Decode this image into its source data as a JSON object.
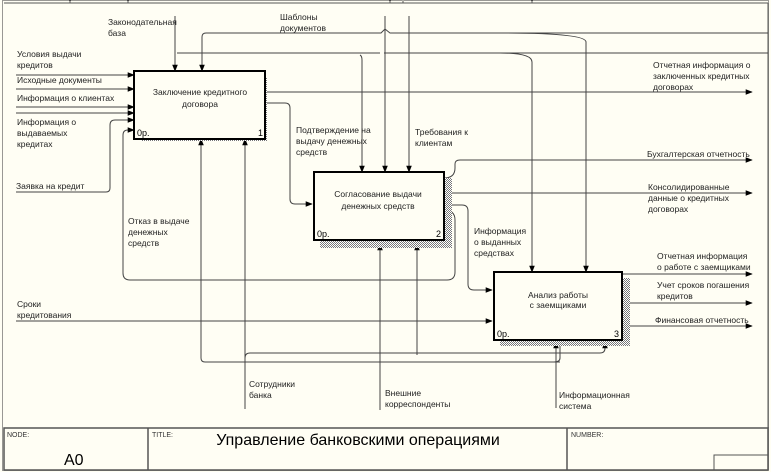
{
  "diagram": {
    "node_label": "NODE:",
    "node_value": "A0",
    "title_label": "TITLE:",
    "title_value": "Управление банковскими операциями",
    "number_label": "NUMBER:",
    "boxes": [
      {
        "id": 1,
        "title_lines": [
          "Заключение кредитного",
          "договора"
        ],
        "cost": "0р.",
        "number": "1"
      },
      {
        "id": 2,
        "title_lines": [
          "Согласование выдачи",
          "денежных средств"
        ],
        "cost": "0р.",
        "number": "2"
      },
      {
        "id": 3,
        "title_lines": [
          "Анализ работы",
          "с заемщиками"
        ],
        "cost": "0р.",
        "number": "3"
      }
    ],
    "arrows": {
      "zakon_baza": [
        "Законодательная",
        "база"
      ],
      "shablony": [
        "Шаблоны",
        "документов"
      ],
      "usloviya": [
        "Условия выдачи",
        "кредитов"
      ],
      "ishodnye": [
        "Исходные документы"
      ],
      "info_klienty": [
        "Информация о клиентах"
      ],
      "info_vydav": [
        "Информация о",
        "выдаваемых",
        "кредитах"
      ],
      "zayavka": [
        "Заявка на кредит"
      ],
      "otkaz": [
        "Отказ в выдаче",
        "денежных",
        "средств"
      ],
      "podtverzhdenie": [
        "Подтверждение на",
        "выдачу денежных",
        "средств"
      ],
      "trebovaniya": [
        "Требования к",
        "клиентам"
      ],
      "otchet_zakl": [
        "Отчетная информация о",
        "заключенных кредитных",
        "договорах"
      ],
      "buh": [
        "Бухгалтерская отчетность"
      ],
      "konsolid": [
        "Консолидированные",
        "данные о кредитных",
        "договорах"
      ],
      "info_vydannyh": [
        "Информация",
        "о выданных",
        "средствах"
      ],
      "otchet_rabote": [
        "Отчетная информация",
        "о работе с заемщиками"
      ],
      "uchet": [
        "Учет сроков погашения",
        "кредитов"
      ],
      "finans": [
        "Финансовая отчетность"
      ],
      "sroki": [
        "Сроки",
        "кредитования"
      ],
      "sotrudniki": [
        "Сотрудники",
        "банка"
      ],
      "vneshnie": [
        "Внешние",
        "корреспонденты"
      ],
      "infosys": [
        "Информационная",
        "система"
      ]
    }
  }
}
